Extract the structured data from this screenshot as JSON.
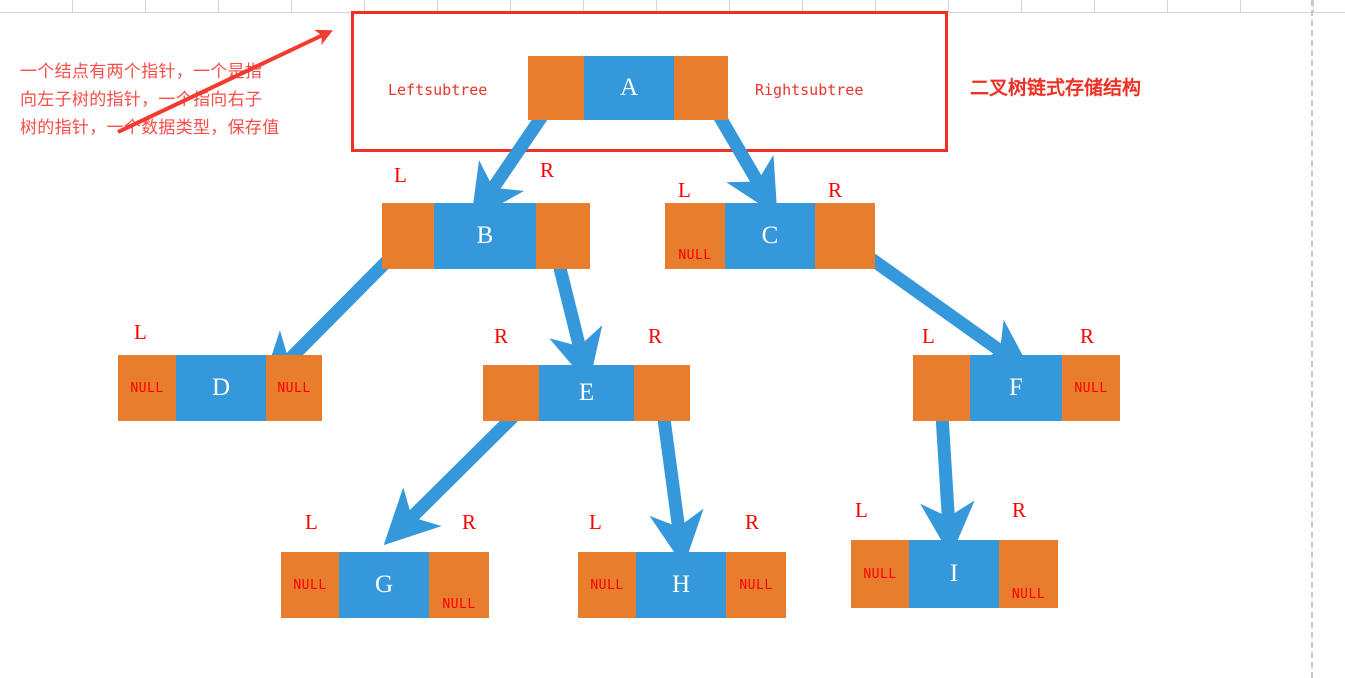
{
  "page": {
    "title_cn": "二叉树链式存储结构",
    "annotation": [
      "一个结点有两个指针，一个是指",
      "向左子树的指针，一个指向右子",
      "树的指针，一个数据类型，保存值"
    ],
    "colors": {
      "pointer_orange": "#e87d2e",
      "value_blue": "#3498db",
      "arrow_blue": "#3498db",
      "annotation_red": "#ee3124",
      "label_red": "#ff0000",
      "grid_gray": "#d4d4d4"
    }
  },
  "legend": {
    "left_label": "Leftsubtree",
    "right_label": "Rightsubtree"
  },
  "null_text": "NULL",
  "pointer_labels": {
    "left": "L",
    "right": "R"
  },
  "nodes": [
    {
      "id": "A",
      "value": "A",
      "left": "",
      "right": ""
    },
    {
      "id": "B",
      "value": "B",
      "left": "",
      "right": ""
    },
    {
      "id": "C",
      "value": "C",
      "left": "NULL",
      "right": ""
    },
    {
      "id": "D",
      "value": "D",
      "left": "NULL",
      "right": "NULL"
    },
    {
      "id": "E",
      "value": "E",
      "left": "",
      "right": ""
    },
    {
      "id": "F",
      "value": "F",
      "left": "",
      "right": "NULL"
    },
    {
      "id": "G",
      "value": "G",
      "left": "NULL",
      "right": "NULL"
    },
    {
      "id": "H",
      "value": "H",
      "left": "NULL",
      "right": "NULL"
    },
    {
      "id": "I",
      "value": "I",
      "left": "NULL",
      "right": "NULL"
    }
  ],
  "edges": [
    {
      "from": "A",
      "dir": "L",
      "to": "B"
    },
    {
      "from": "A",
      "dir": "R",
      "to": "C"
    },
    {
      "from": "B",
      "dir": "L",
      "to": "D"
    },
    {
      "from": "B",
      "dir": "R",
      "to": "E"
    },
    {
      "from": "C",
      "dir": "R",
      "to": "F"
    },
    {
      "from": "E",
      "dir": "L",
      "to": "G"
    },
    {
      "from": "E",
      "dir": "R",
      "to": "H"
    },
    {
      "from": "F",
      "dir": "L",
      "to": "I"
    }
  ]
}
